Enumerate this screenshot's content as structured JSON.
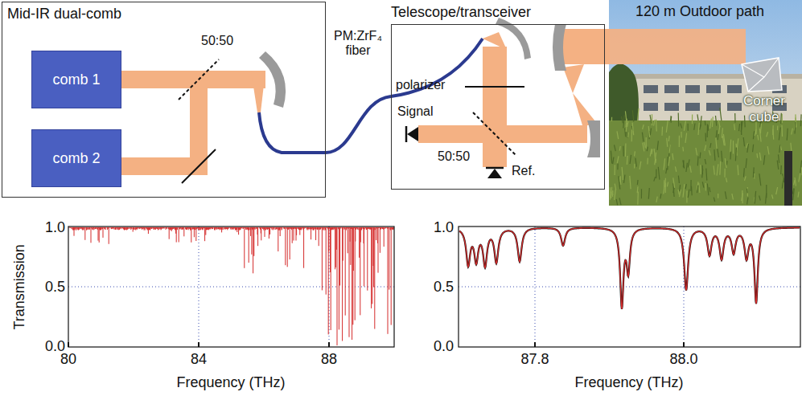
{
  "diagram": {
    "nodes": [
      {
        "text": [
          "Mid-IR dual-comb"
        ]
      },
      {
        "text": [
          "comb 1"
        ],
        "in": 0
      },
      {
        "text": [
          "comb 2"
        ],
        "in": 0
      },
      {
        "text": [
          "Telescope/transceiver"
        ]
      },
      {
        "text": [
          "120 m Outdoor path",
          "Corner cube"
        ]
      }
    ],
    "edges": [
      {
        "from": 0,
        "to": 3,
        "arrow": "none",
        "label": "PM:ZrF₄ fiber"
      },
      {
        "from": 3,
        "to": 4,
        "arrow": "none"
      }
    ],
    "labels": [
      "50:50",
      "polarizer",
      "50:50",
      "Signal",
      "Ref.",
      "1.0",
      "0.5",
      "0.0",
      "Transmission",
      "80",
      "84",
      "88",
      "Frequency (THz)",
      "1.0",
      "0.5",
      "0.0",
      "87.8",
      "88.0",
      "Frequency (THz)"
    ]
  }
}
